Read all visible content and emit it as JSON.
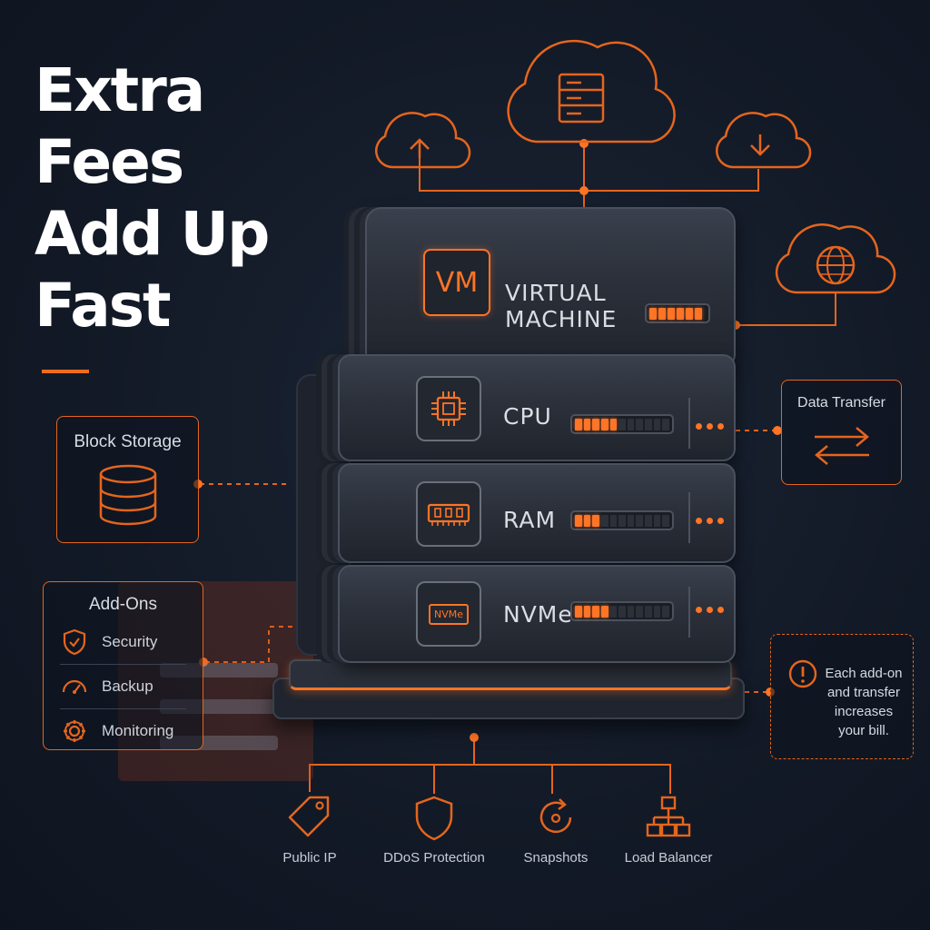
{
  "headline": {
    "lines": [
      "Extra",
      "Fees",
      "Add Up",
      "Fast"
    ]
  },
  "server": {
    "vm": {
      "badge": "VM",
      "label_line1": "VIRTUAL",
      "label_line2": "MACHINE",
      "meter_level": 1.0
    },
    "rows": [
      {
        "label": "CPU",
        "meter_level": 0.45
      },
      {
        "label": "RAM",
        "meter_level": 0.3
      },
      {
        "label": "NVMe",
        "meter_level": 0.35,
        "chip_text": "NVMe"
      }
    ]
  },
  "block_storage": {
    "title": "Block Storage"
  },
  "add_ons": {
    "title": "Add-Ons",
    "items": [
      "Security",
      "Backup",
      "Monitoring"
    ]
  },
  "data_transfer": {
    "title": "Data Transfer"
  },
  "warning": {
    "line1": "Each add-on",
    "line2": "and transfer",
    "line3": "increases",
    "line4": "your bill."
  },
  "bottom_items": [
    "Public IP",
    "DDoS Protection",
    "Snapshots",
    "Load Balancer"
  ],
  "colors": {
    "accent": "#f26b1d",
    "background": "#131a27",
    "text": "#ffffff"
  },
  "icons": [
    "cloud-upload-icon",
    "cloud-server-icon",
    "cloud-download-icon",
    "cloud-globe-icon",
    "database-icon",
    "shield-check-icon",
    "gauge-icon",
    "gear-icon",
    "arrows-swap-icon",
    "alert-icon",
    "tag-icon",
    "shield-icon",
    "refresh-icon",
    "network-icon",
    "cpu-chip-icon",
    "ram-icon"
  ]
}
